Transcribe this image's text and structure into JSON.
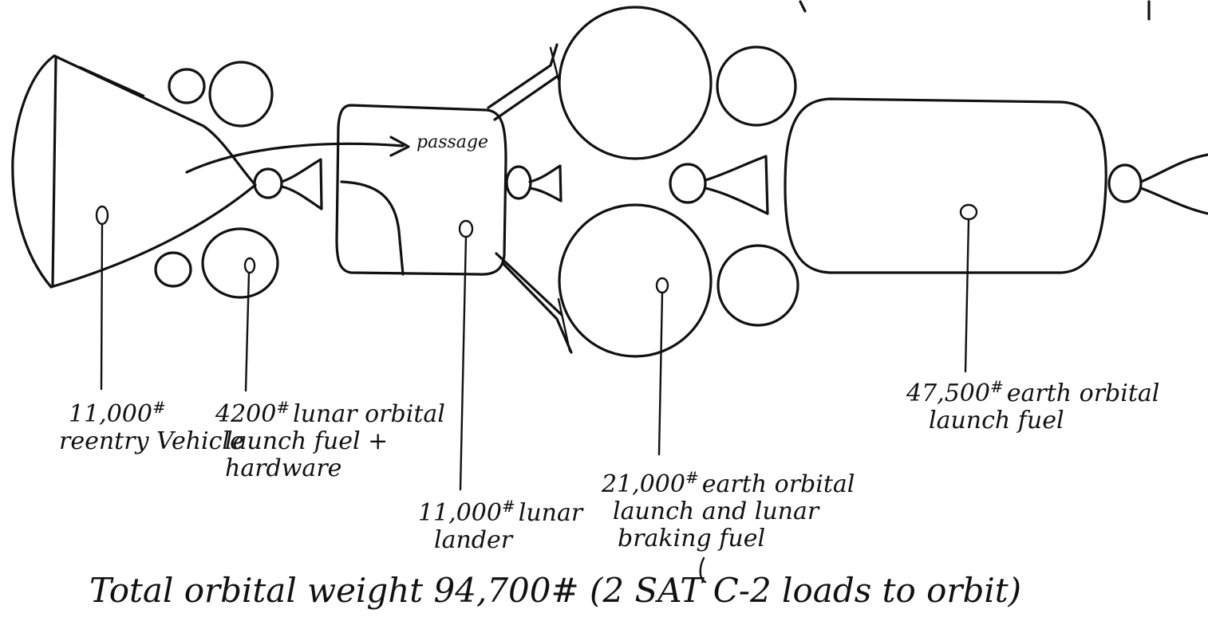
{
  "labels": {
    "reentry": {
      "weight": "11,000",
      "mark": "#",
      "lines": [
        "reentry Vehicle"
      ]
    },
    "lunar_orbital_fuel": {
      "weight": "4200",
      "mark": "#",
      "lines": [
        "lunar orbital",
        "launch fuel +",
        "hardware"
      ]
    },
    "lunar_lander": {
      "weight": "11,000",
      "mark": "#",
      "lines": [
        "lunar",
        "lander"
      ]
    },
    "earth_orbital_braking": {
      "weight": "21,000",
      "mark": "#",
      "lines": [
        "earth orbital",
        "launch and lunar",
        "braking fuel"
      ]
    },
    "earth_orbital_fuel": {
      "weight": "47,500",
      "mark": "#",
      "lines": [
        "earth orbital",
        "launch fuel"
      ]
    }
  },
  "passage_label": "passage",
  "total_line": "Total orbital weight 94,700# (2 SAT C-2 loads to orbit)"
}
